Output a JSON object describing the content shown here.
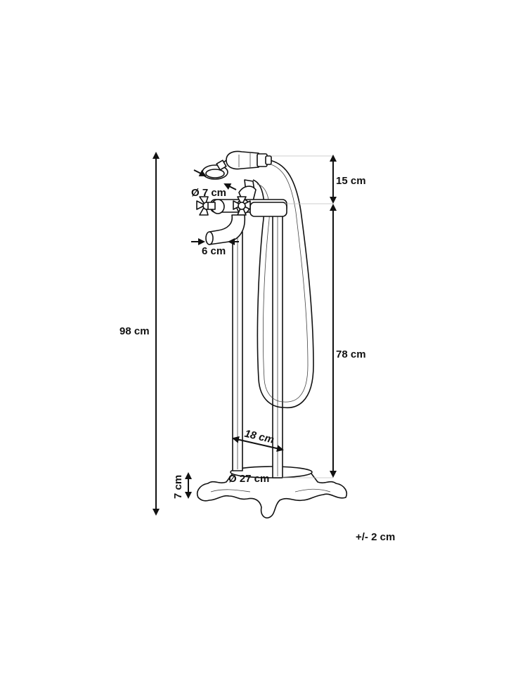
{
  "dimensions": {
    "total_height": "98 cm",
    "top_section": "15 cm",
    "column_height": "78 cm",
    "shower_head_diameter": "Ø 7 cm",
    "spout_width": "6 cm",
    "pillar_spacing": "18 cm",
    "base_diameter": "Ø 27 cm",
    "base_height": "7 cm"
  },
  "tolerance": "+/- 2 cm",
  "colors": {
    "line": "#111111",
    "guide": "#bfbfbf",
    "background": "#ffffff"
  }
}
